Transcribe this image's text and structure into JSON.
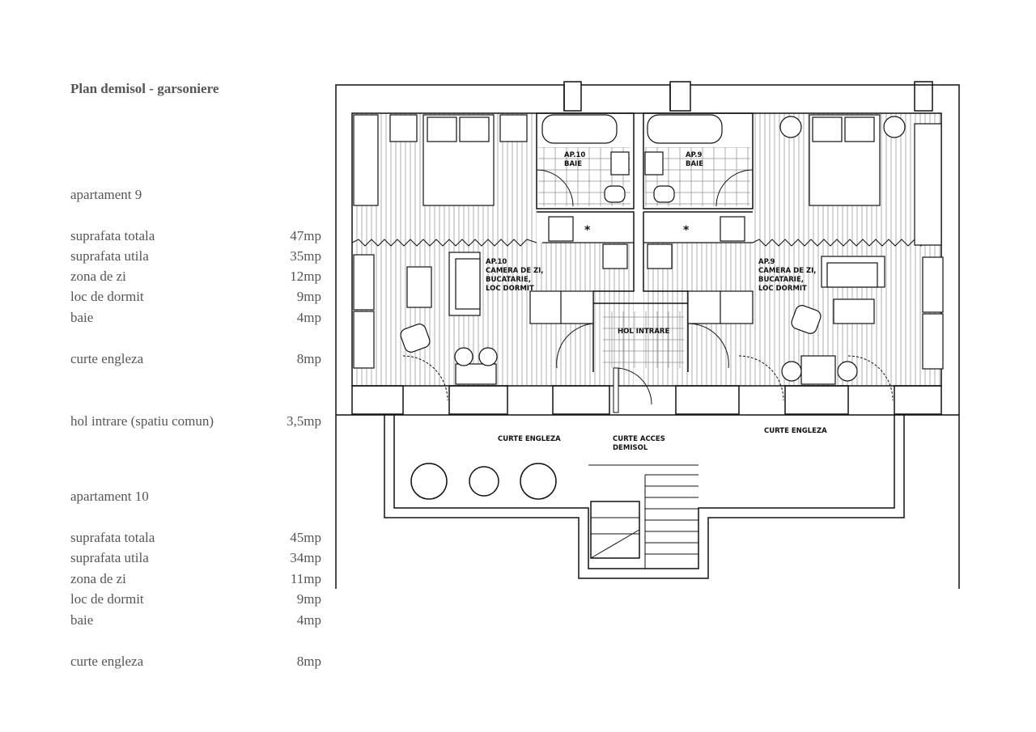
{
  "title": "Plan demisol - garsoniere",
  "apt9": {
    "heading": "apartament 9",
    "rows": [
      {
        "label": "suprafata totala",
        "value": "47mp"
      },
      {
        "label": "suprafata utila",
        "value": "35mp"
      },
      {
        "label": "zona de zi",
        "value": "12mp"
      },
      {
        "label": "loc de dormit",
        "value": "9mp"
      },
      {
        "label": "baie",
        "value": "4mp"
      }
    ],
    "courtyard": {
      "label": "curte engleza",
      "value": "8mp"
    }
  },
  "common": {
    "label": "hol intrare (spatiu comun)",
    "value": "3,5mp"
  },
  "apt10": {
    "heading": "apartament 10",
    "rows": [
      {
        "label": "suprafata totala",
        "value": "45mp"
      },
      {
        "label": "suprafata utila",
        "value": "34mp"
      },
      {
        "label": "zona de zi",
        "value": "11mp"
      },
      {
        "label": "loc de dormit",
        "value": "9mp"
      },
      {
        "label": "baie",
        "value": "4mp"
      }
    ],
    "courtyard": {
      "label": "curte engleza",
      "value": "8mp"
    }
  },
  "plan_labels": {
    "ap10_bath_1": "AP.10",
    "ap10_bath_2": "BAIE",
    "ap9_bath_1": "AP.9",
    "ap9_bath_2": "BAIE",
    "ap10_room": [
      "AP.10",
      "CAMERA DE ZI,",
      "BUCATARIE,",
      "LOC DORMIT"
    ],
    "ap9_room": [
      "AP.9",
      "CAMERA DE ZI,",
      "BUCATARIE,",
      "LOC DORMIT"
    ],
    "hall": "HOL INTRARE",
    "court_left": "CURTE ENGLEZA",
    "court_right": "CURTE ENGLEZA",
    "court_access_1": "CURTE ACCES",
    "court_access_2": "DEMISOL",
    "star": "*"
  },
  "colors": {
    "text": "#555555",
    "line": "#111111",
    "hatch": "#9a9a9a"
  }
}
